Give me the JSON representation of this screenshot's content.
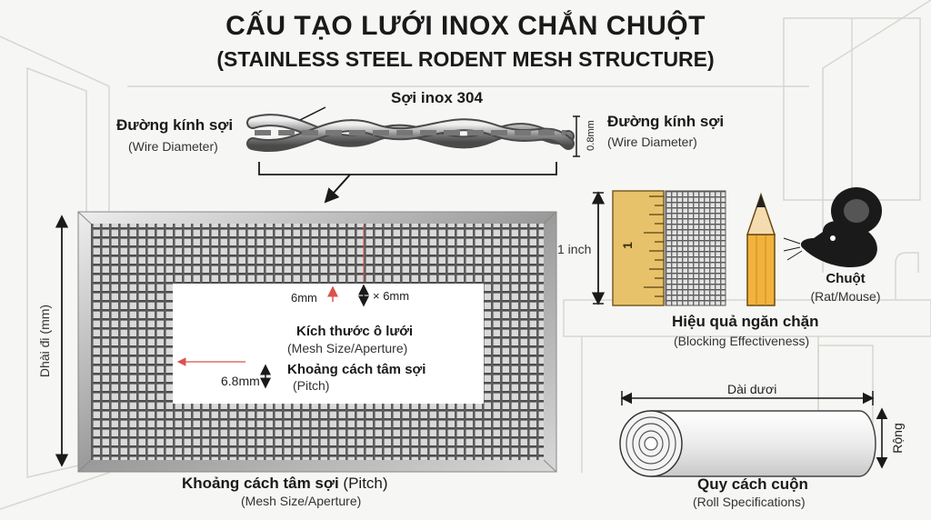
{
  "title": {
    "line1": "CẤU TẠO LƯỚI INOX CHẮN CHUỘT",
    "line2": "(STAINLESS STEEL RODENT MESH STRUCTURE)"
  },
  "wire": {
    "material_label": "Sợi inox 304",
    "left_label_vi": "Đường kính sợi",
    "left_label_en": "(Wire Diameter)",
    "right_label_vi": "Đường kính sợi",
    "right_label_en": "(Wire Diameter)",
    "diameter_value": "0.8mm"
  },
  "mesh_panel": {
    "length_label": "Dhài đi (mm)",
    "aperture_w": "6mm",
    "aperture_h": "× 6mm",
    "size_label_vi": "Kích thước ô lưới",
    "size_label_en": "(Mesh Size/Aperture)",
    "pitch_value": "6.8mm",
    "pitch_label_vi": "Khoảng cách tâm sợi",
    "pitch_label_en": "(Pitch)",
    "bottom_label_vi": "Khoảng cách tâm sợi",
    "bottom_label_vi_suffix": "(Pitch)",
    "bottom_label_en": "(Mesh Size/Aperture)"
  },
  "effectiveness": {
    "inch_label": "1 inch",
    "ruler_number": "1",
    "animal_label_vi": "Chuột",
    "animal_label_en": "(Rat/Mouse)",
    "title_vi": "Hiệu quả ngăn chặn",
    "title_en": "(Blocking Effectiveness)"
  },
  "roll": {
    "length_label": "Dài dươi",
    "width_label": "Rộng",
    "title_vi": "Quy cách cuộn",
    "title_en": "(Roll Specifications)"
  },
  "colors": {
    "background": "#f6f6f4",
    "text": "#1a1a1a",
    "mesh_wire": "#5a5a5a",
    "accent_red": "#d9534f",
    "ruler": "#e8c26a",
    "pencil": "#f2b33d"
  }
}
